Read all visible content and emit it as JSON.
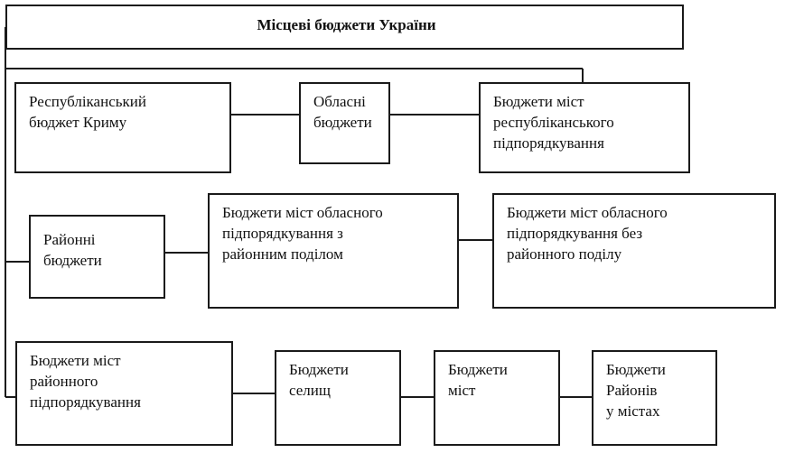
{
  "title": "Місцеві бюджети України",
  "nodes": {
    "crimea": "Республіканський\nбюджет Криму",
    "oblast": "Обласні\nбюджети",
    "republican_cities": "Бюджети міст\nреспубліканського\nпідпорядкування",
    "raion": "Районні\nбюджети",
    "oblast_cities_with_districts": "Бюджети міст обласного\nпідпорядкування з\nрайонним поділом",
    "oblast_cities_without_districts": "Бюджети міст обласного\nпідпорядкування без\nрайонного поділу",
    "raion_cities": "Бюджети міст\nрайонного\nпідпорядкування",
    "settlements": "Бюджети\nселищ",
    "cities": "Бюджети\nміст",
    "city_districts": "Бюджети\nРайонів\nу містах"
  }
}
